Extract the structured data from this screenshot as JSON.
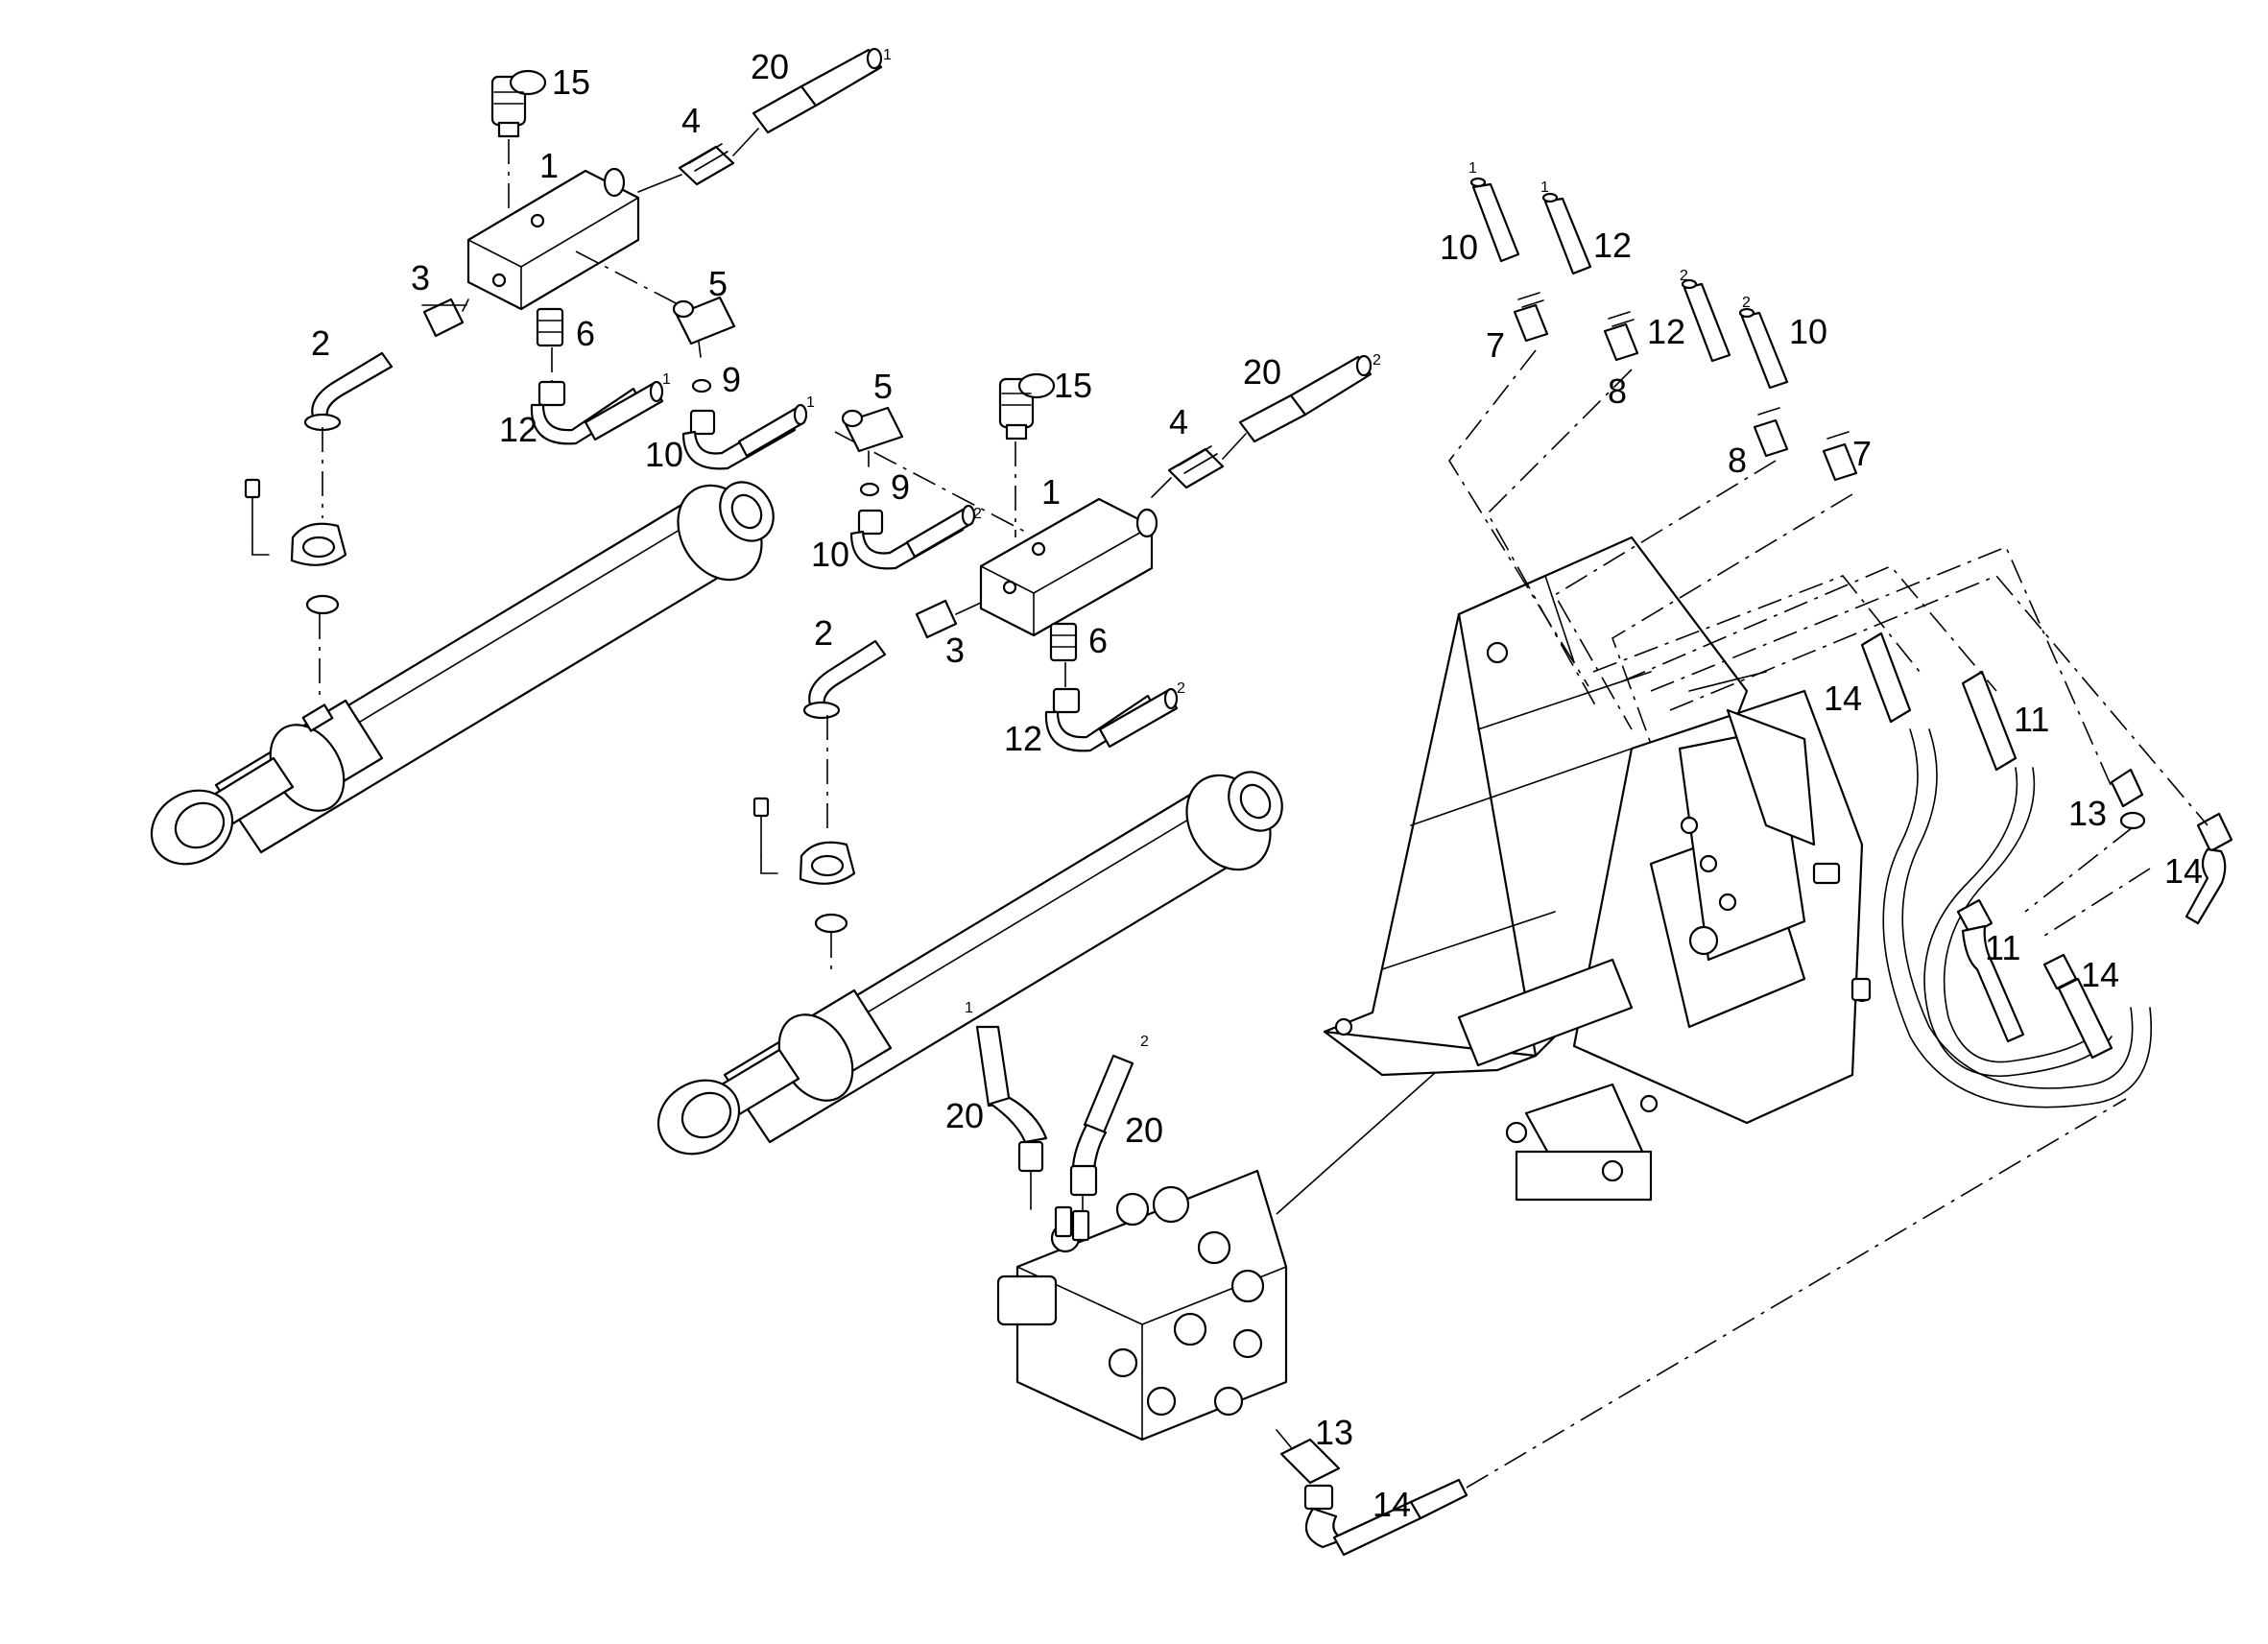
{
  "callouts": {
    "c1": "1",
    "c2": "2",
    "c3": "3",
    "c4": "4",
    "c5": "5",
    "c6": "6",
    "c7": "7",
    "c8": "8",
    "c9": "9",
    "c10": "10",
    "c11": "11",
    "c12": "12",
    "c13": "13",
    "c14": "14",
    "c15": "15",
    "c20": "20"
  },
  "hose_end_marks": {
    "m1": "1",
    "m2": "2"
  },
  "colors": {
    "line": "#000000",
    "background": "#ffffff"
  }
}
